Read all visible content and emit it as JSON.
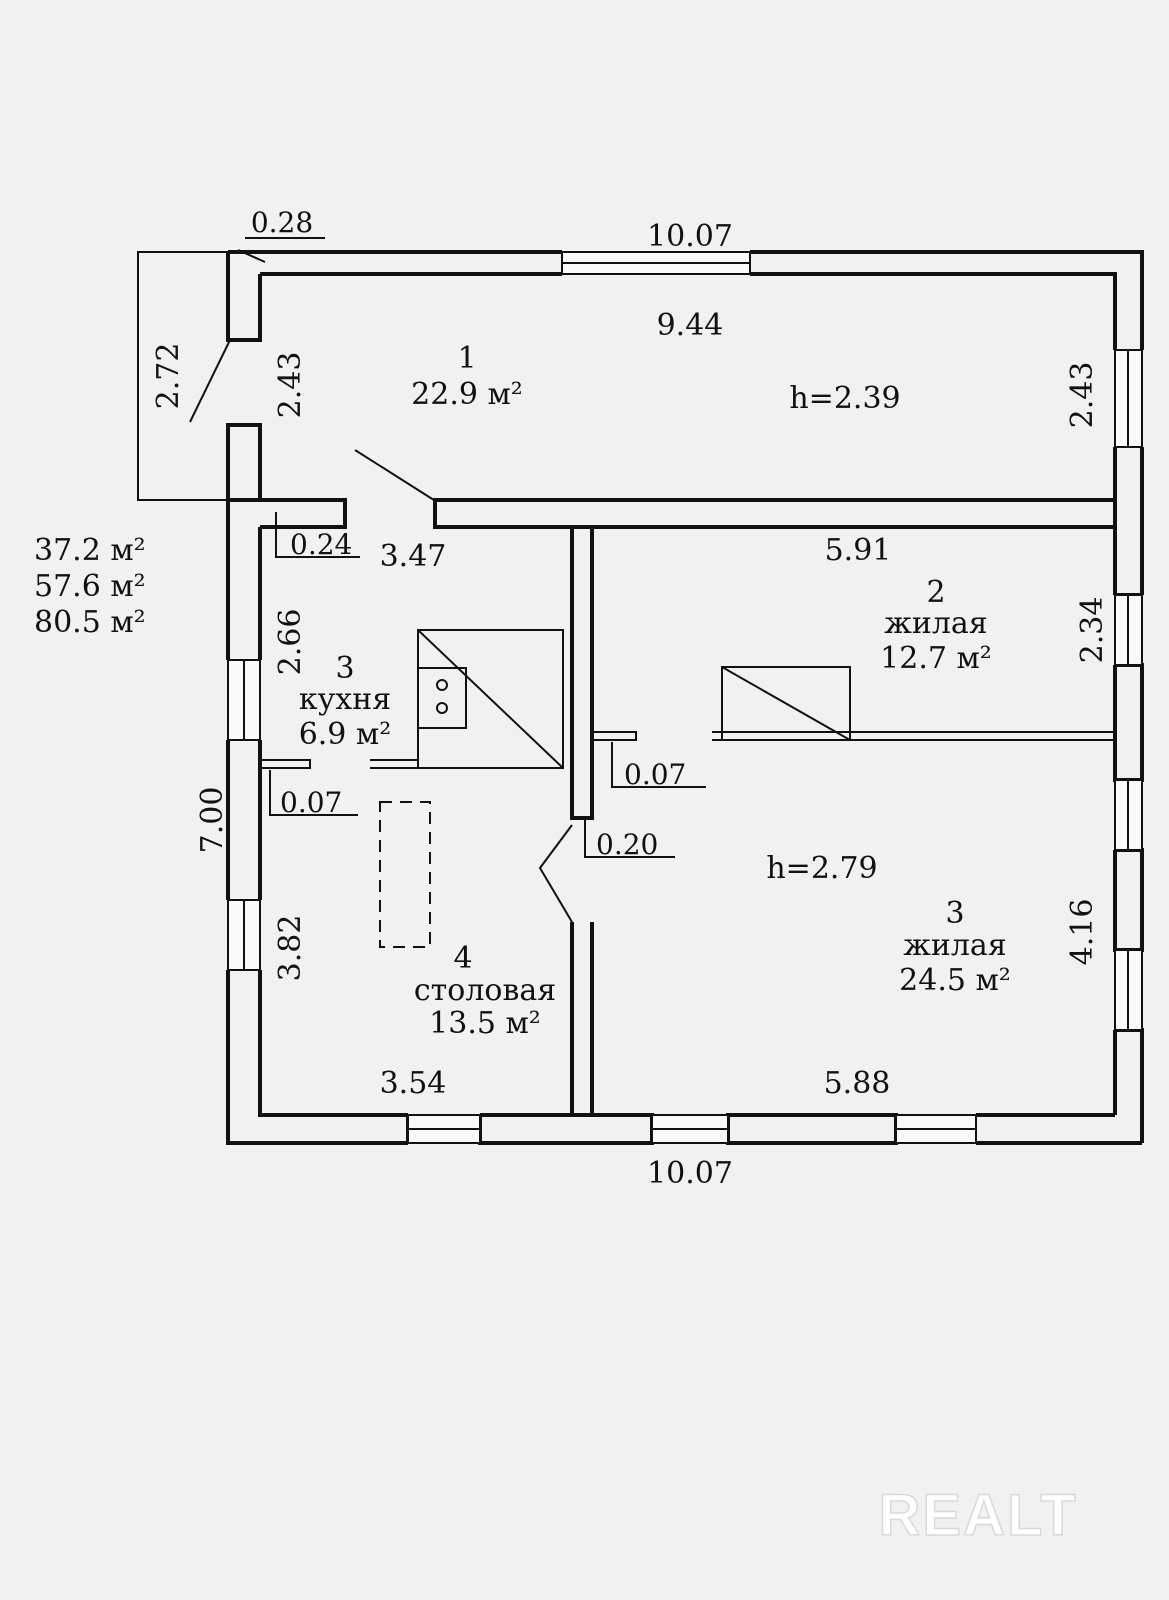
{
  "totals": [
    "37.2 м²",
    "57.6 м²",
    "80.5 м²"
  ],
  "ceiling_heights": {
    "porch": "h=2.39",
    "main": "h=2.79"
  },
  "rooms": [
    {
      "num": "1",
      "name": "",
      "area": "22.9 м²"
    },
    {
      "num": "2",
      "name": "жилая",
      "area": "12.7 м²"
    },
    {
      "num": "3",
      "name": "кухня",
      "area": "6.9 м²"
    },
    {
      "num": "3",
      "name": "жилая",
      "area": "24.5 м²"
    },
    {
      "num": "4",
      "name": "столовая",
      "area": "13.5 м²"
    }
  ],
  "dimensions": {
    "top_outer": "10.07",
    "top_inner": "9.44",
    "porch_wall_thickness": "0.28",
    "porch_left_outer": "2.72",
    "porch_left_inner": "2.43",
    "porch_right": "2.43",
    "kitchen_width": "3.47",
    "wall_0_24": "0.24",
    "room2_width": "5.91",
    "room2_depth": "2.34",
    "kitchen_depth": "2.66",
    "partition_kitchen": "0.07",
    "partition_room2": "0.07",
    "inner_wall": "0.20",
    "house_depth": "7.00",
    "dining_depth": "3.82",
    "room3_depth": "4.16",
    "dining_width": "3.54",
    "room3_width": "5.88",
    "bottom_outer": "10.07"
  },
  "watermark": "REALT"
}
